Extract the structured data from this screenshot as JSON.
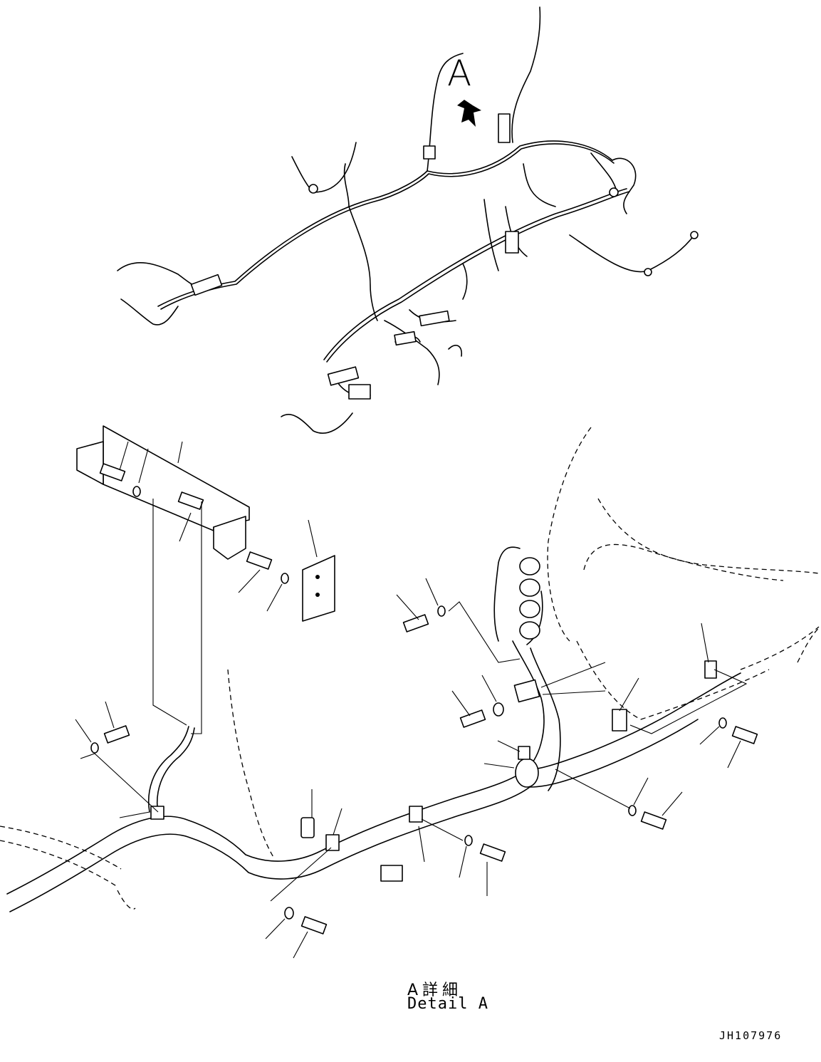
{
  "view_marker": {
    "letter": "A",
    "arrow_icon": "arrow-down-right-icon"
  },
  "detail_caption": {
    "japanese": "A詳細",
    "english": "Detail A"
  },
  "drawing_number": "JH107976"
}
